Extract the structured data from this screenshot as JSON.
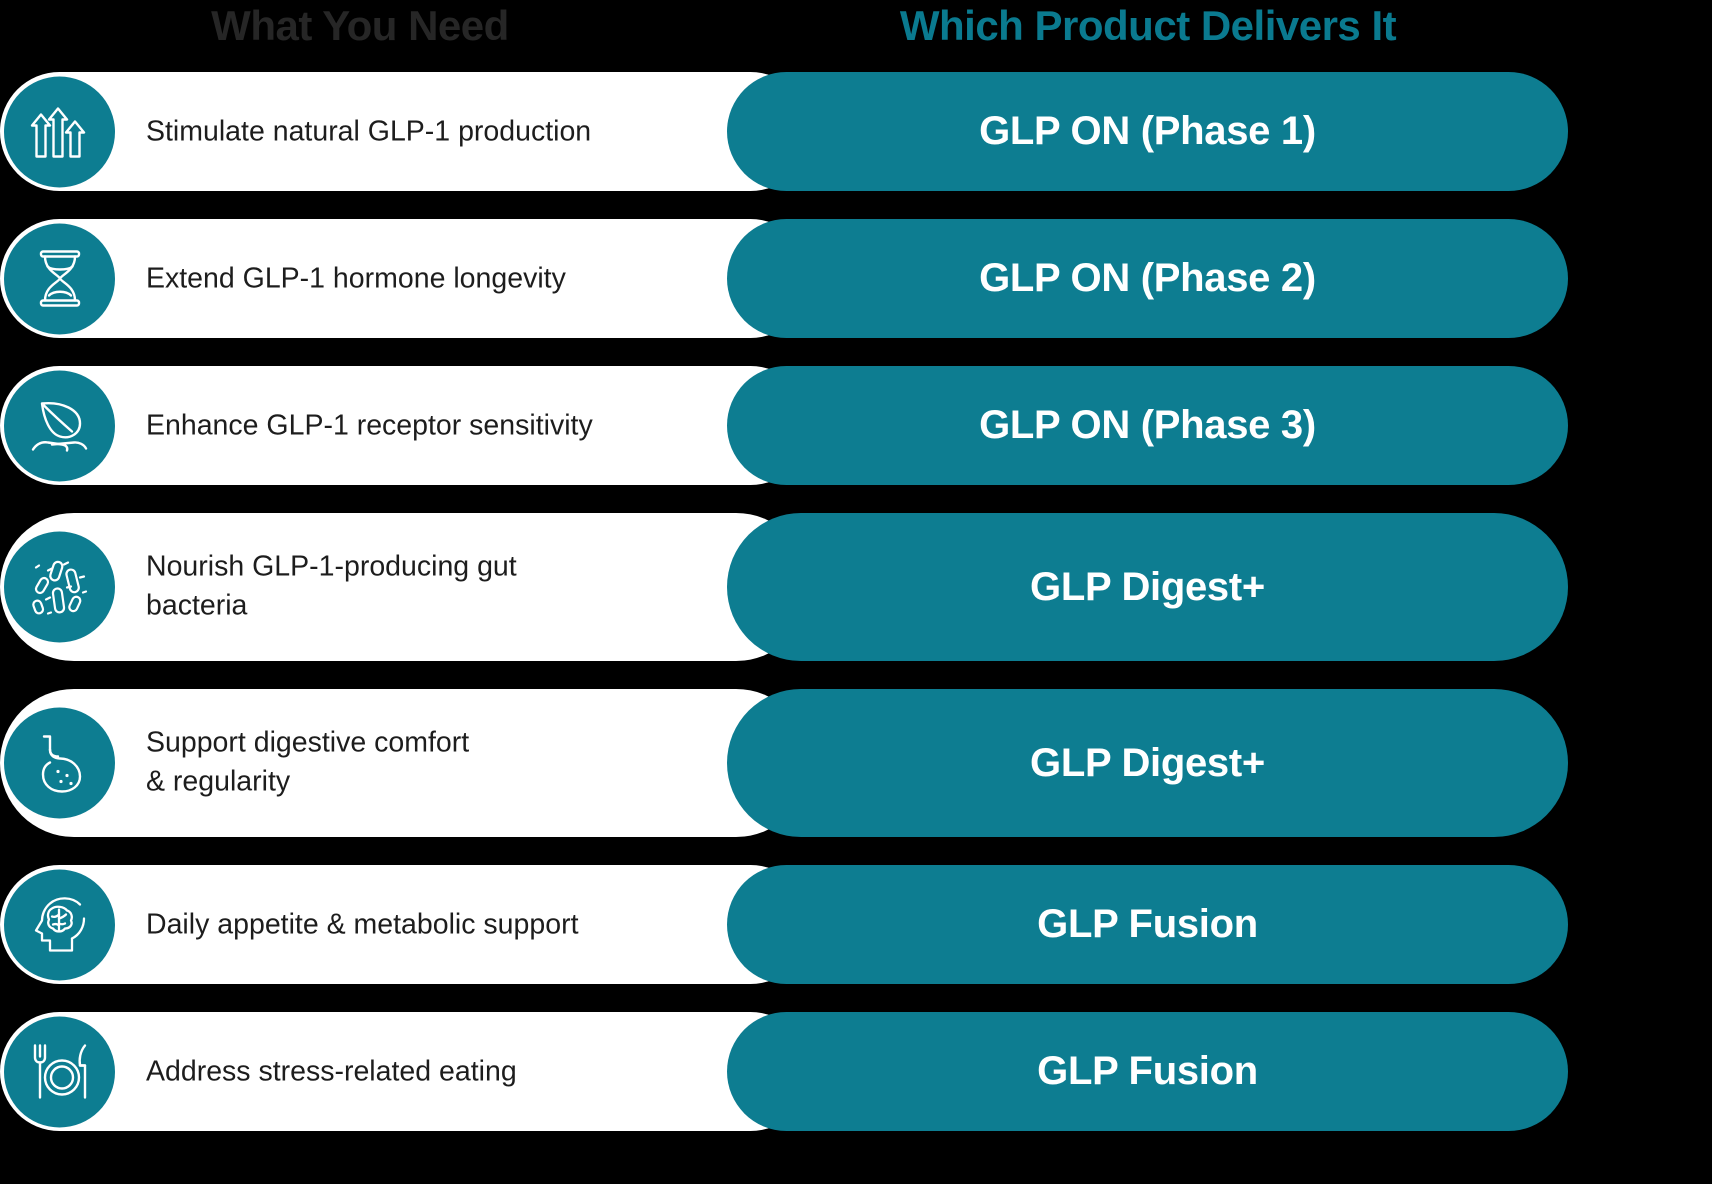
{
  "headers": {
    "left": "What You Need",
    "right": "Which Product Delivers It",
    "left_color": "#262626",
    "right_color": "#0a7a8f"
  },
  "theme": {
    "background": "#000000",
    "pill_white": "#ffffff",
    "pill_teal": "#0d7d91",
    "need_text_color": "#1d1d1d",
    "product_text_color": "#ffffff"
  },
  "rows": [
    {
      "icon": "growth-arrows-icon",
      "need": "Stimulate natural GLP-1 production",
      "product": "GLP ON (Phase 1)",
      "tall": false
    },
    {
      "icon": "hourglass-icon",
      "need": "Extend GLP-1 hormone longevity",
      "product": "GLP ON (Phase 2)",
      "tall": false
    },
    {
      "icon": "hand-leaf-icon",
      "need": "Enhance GLP-1 receptor sensitivity",
      "product": "GLP ON (Phase 3)",
      "tall": false
    },
    {
      "icon": "bacteria-icon",
      "need": "Nourish GLP-1-producing gut\nbacteria",
      "product": "GLP Digest+",
      "tall": true
    },
    {
      "icon": "stomach-icon",
      "need": "Support digestive comfort\n& regularity",
      "product": "GLP Digest+",
      "tall": true
    },
    {
      "icon": "head-brain-icon",
      "need": "Daily appetite & metabolic support",
      "product": "GLP Fusion",
      "tall": false
    },
    {
      "icon": "plate-cutlery-icon",
      "need": "Address stress-related eating",
      "product": "GLP Fusion",
      "tall": false
    }
  ]
}
